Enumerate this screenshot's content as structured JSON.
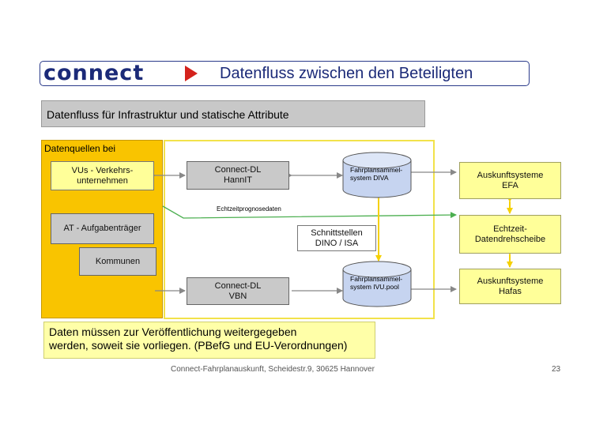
{
  "header": {
    "logo_text": "connect",
    "title": "Datenfluss zwischen den Beteiligten"
  },
  "subheader": "Datenfluss für Infrastruktur und statische Attribute",
  "sources": {
    "label": "Datenquellen bei",
    "vus": "VUs - Verkehrs-\nunternehmen",
    "at": "AT - Aufgabenträger",
    "kommunen": "Kommunen"
  },
  "nodes": {
    "connect_hannit": "Connect-DL\nHannIT",
    "connect_vbn": "Connect-DL\nVBN",
    "diva": "Fahrplansammel-\nsystem DIVA",
    "ivu": "Fahrplansammel-\nsystem IVU.pool",
    "schnittstellen": "Schnittstellen\nDINO / ISA",
    "efa": "Auskunftsysteme\nEFA",
    "echtzeit": "Echtzeit-\nDatendrehscheibe",
    "hafas": "Auskunftsysteme\nHafas"
  },
  "edge_label": "Echtzeitprognosedaten",
  "note": "Daten müssen zur Veröffentlichung weitergegeben\nwerden, soweit sie vorliegen. (PBefG und EU-Verordnungen)",
  "footer": "Connect-Fahrplanauskunft, Scheidestr.9, 30625 Hannover",
  "page_number": "23",
  "colors": {
    "brand_blue": "#1b2a78",
    "arrow_red": "#d4221c",
    "source_yellow": "#f9c400",
    "box_yellow": "#ffff99",
    "cylinder_blue": "#c6d4f0",
    "arrow_gray": "#888888",
    "arrow_green": "#4caf50",
    "arrow_yellow": "#f5d000"
  }
}
